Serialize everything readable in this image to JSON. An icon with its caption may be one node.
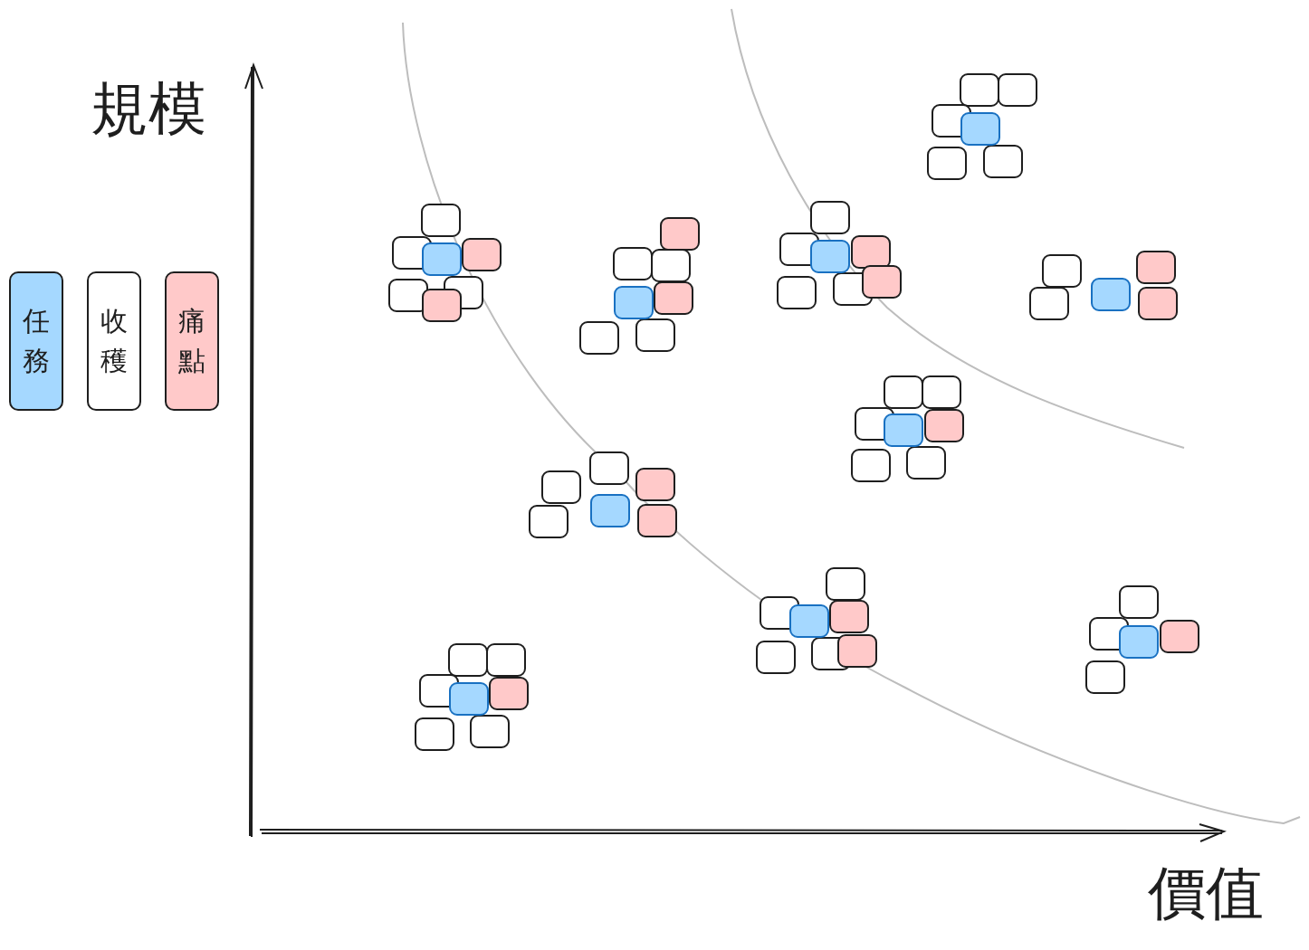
{
  "diagram": {
    "labels": [
      "規模",
      "價值"
    ],
    "legend": [
      {
        "text": "任務",
        "color": "#a5d8ff"
      },
      {
        "text": "收穫",
        "color": "#ffffff"
      },
      {
        "text": "痛點",
        "color": "#ffc9c9"
      }
    ]
  }
}
